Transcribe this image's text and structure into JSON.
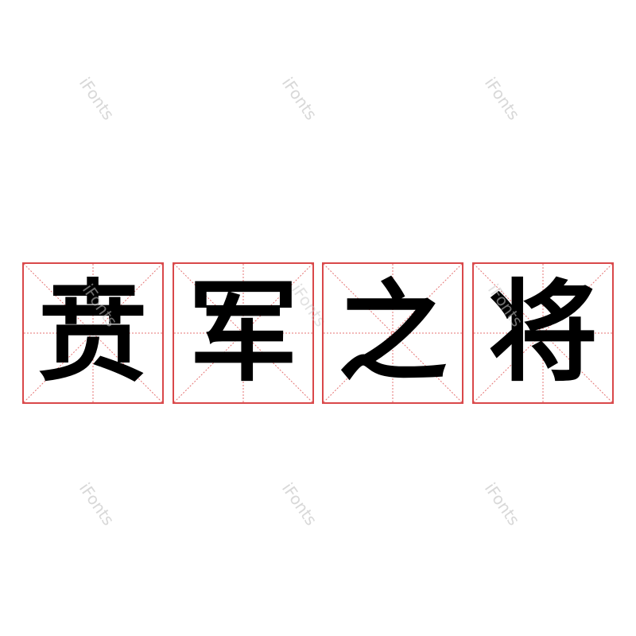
{
  "watermark": "iFonts",
  "phrase": "贲军之将",
  "characters": [
    {
      "glyph": "贲"
    },
    {
      "glyph": "军"
    },
    {
      "glyph": "之"
    },
    {
      "glyph": "将"
    }
  ],
  "colors": {
    "grid_border": "#d9484a",
    "grid_guides": "#e57373",
    "glyph": "#000000",
    "watermark": "#d8d8d8"
  }
}
